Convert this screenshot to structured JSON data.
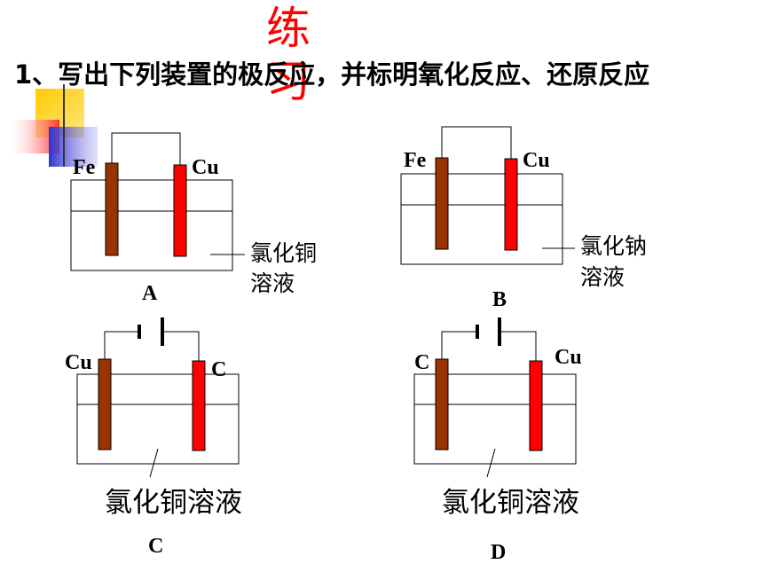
{
  "title": "练 习",
  "question": "1、写出下列装置的极反应，并标明氧化反应、还原反应",
  "diagrams": [
    {
      "letter": "A",
      "left_electrode": "Fe",
      "right_electrode": "Cu",
      "solution": "氯化铜溶液",
      "solution_line1": "氯化铜",
      "solution_line2": "溶液",
      "power_source": false
    },
    {
      "letter": "B",
      "left_electrode": "Fe",
      "right_electrode": "Cu",
      "solution": "氯化钠溶液",
      "solution_line1": "氯化钠",
      "solution_line2": "溶液",
      "power_source": false
    },
    {
      "letter": "C",
      "left_electrode": "Cu",
      "right_electrode": "C",
      "solution": "氯化铜溶液",
      "power_source": true
    },
    {
      "letter": "D",
      "left_electrode": "C",
      "right_electrode": "Cu",
      "solution": "氯化铜溶液",
      "power_source": true
    }
  ],
  "colors": {
    "title": "#ff0000",
    "brown_electrode": "#993300",
    "red_electrode": "#ff0000",
    "decor_yellow": "#ffcc00",
    "decor_blue": "#3333cc",
    "decor_red": "#ff3333"
  }
}
